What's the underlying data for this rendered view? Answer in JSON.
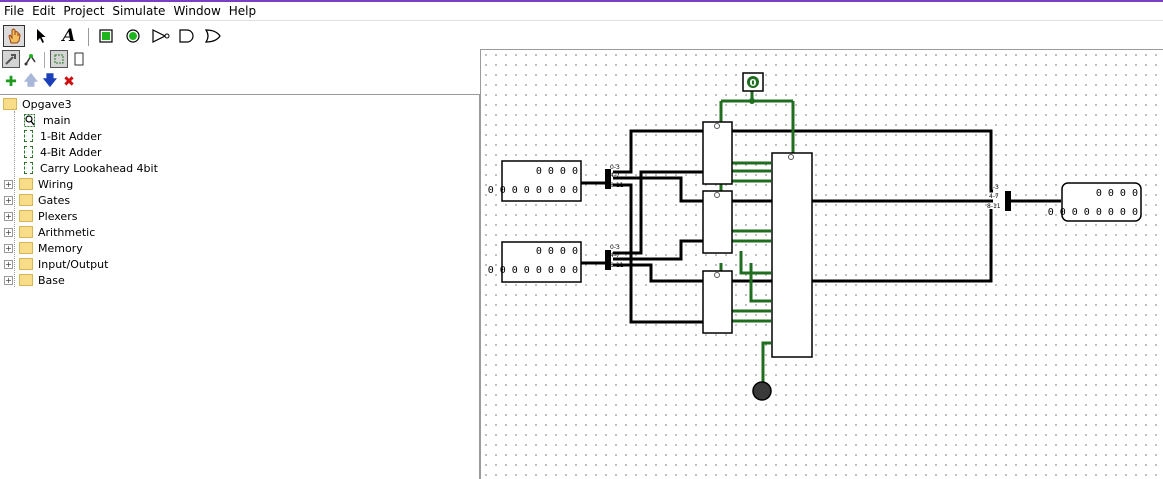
{
  "menu": [
    "File",
    "Edit",
    "Project",
    "Simulate",
    "Window",
    "Help"
  ],
  "toolbar": {
    "text_tool_glyph": "A",
    "icons": [
      "poke-hand-icon",
      "select-arrow-icon",
      "text-tool-icon",
      "input-pin-icon",
      "output-pin-icon",
      "not-gate-icon",
      "and-gate-icon",
      "or-gate-icon"
    ]
  },
  "explorer": {
    "project_name": "Opgave3",
    "circuits": [
      "main",
      "1-Bit Adder",
      "4-Bit Adder",
      "Carry Lookahead 4bit"
    ],
    "libraries": [
      "Wiring",
      "Gates",
      "Plexers",
      "Arithmetic",
      "Memory",
      "Input/Output",
      "Base"
    ],
    "expander_glyph": "+"
  },
  "canvas": {
    "input_a": {
      "top_row": "0 0 0 0",
      "bottom_row": "0 0 0 0 0 0 0 0"
    },
    "input_b": {
      "top_row": "0 0 0 0",
      "bottom_row": "0 0 0 0 0 0 0 0"
    },
    "output": {
      "top_row": "0 0 0 0",
      "bottom_row": "0 0 0 0 0 0 0 0"
    },
    "carry_in_value": "0",
    "splitter_labels": [
      "0-3",
      "4-7",
      "8-11"
    ],
    "colors": {
      "wire_bus": "#000000",
      "wire_on": "#1f6e1f",
      "pin_bg": "#ffffff",
      "ground": "#3a3a3a"
    }
  }
}
